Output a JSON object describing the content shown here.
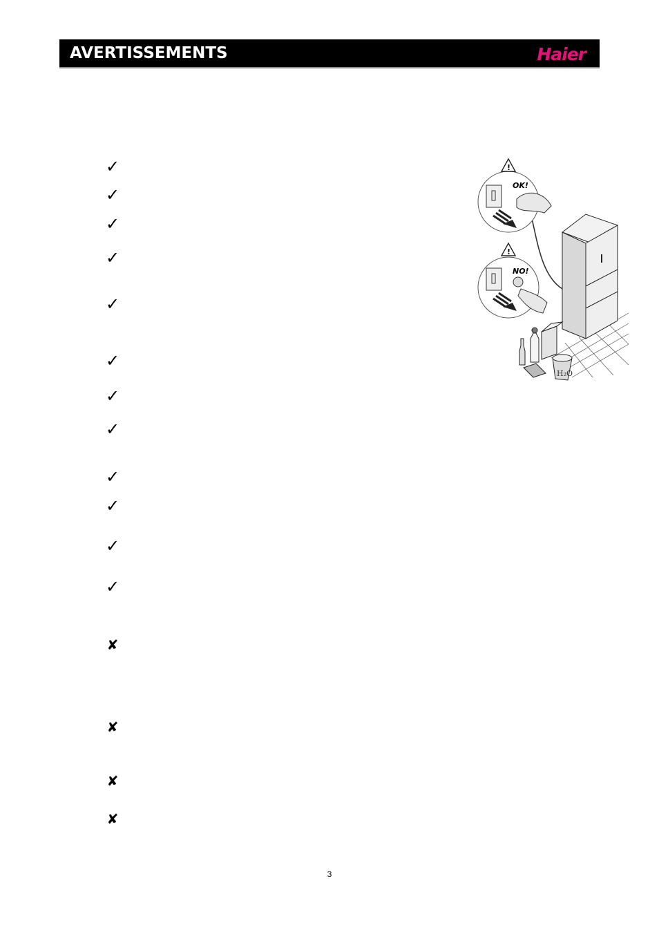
{
  "header": {
    "title": "AVERTISSEMENTS",
    "brand": "Haier",
    "brand_color": "#e3127a"
  },
  "checklist": {
    "do_symbol": "✓",
    "dont_symbol": "✘",
    "do_count": 12,
    "dont_count": 4
  },
  "illustration": {
    "label_ok": "OK!",
    "label_no": "NO!",
    "label_water": "H₂O",
    "icon": "warning-triangle-icon"
  },
  "footer": {
    "page_number": "3"
  }
}
